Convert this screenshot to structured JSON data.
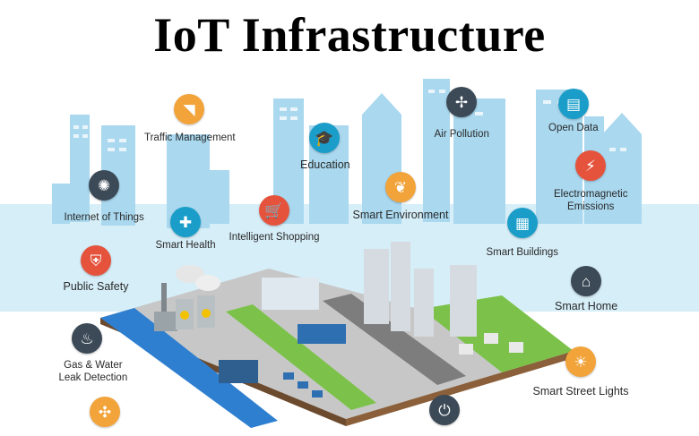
{
  "title": "IoT Infrastructure",
  "colors": {
    "sky_building": "#a9d8ef",
    "sky_band": "#d6eef8",
    "orange": "#f2a33a",
    "red": "#e5533d",
    "teal": "#1a9ec9",
    "dark": "#3c4a57",
    "ground": "#b9b9b9",
    "grass": "#7cc24a",
    "water": "#2f7fd0"
  },
  "nodes": [
    {
      "id": "traffic",
      "label": "Traffic Management",
      "icon": "cctv-camera-icon",
      "color": "#f2a33a"
    },
    {
      "id": "education",
      "label": "Education",
      "icon": "graduation-cap-icon",
      "color": "#1a9ec9"
    },
    {
      "id": "air",
      "label": "Air Pollution",
      "icon": "fan-icon",
      "color": "#3c4a57"
    },
    {
      "id": "open",
      "label": "Open Data",
      "icon": "database-icon",
      "color": "#1a9ec9"
    },
    {
      "id": "iot",
      "label": "Internet of Things",
      "icon": "network-hub-icon",
      "color": "#3c4a57"
    },
    {
      "id": "smarthealth",
      "label": "Smart Health",
      "icon": "medical-kit-icon",
      "color": "#1a9ec9"
    },
    {
      "id": "shopping",
      "label": "Intelligent Shopping",
      "icon": "shopping-cart-icon",
      "color": "#e5533d"
    },
    {
      "id": "environment",
      "label": "Smart Environment",
      "icon": "leaf-icon",
      "color": "#f2a33a"
    },
    {
      "id": "emissions",
      "label": "Electromagnetic Emissions",
      "label_line1": "Electromagnetic",
      "label_line2": "Emissions",
      "icon": "power-tower-icon",
      "color": "#e5533d"
    },
    {
      "id": "buildings",
      "label": "Smart Buildings",
      "icon": "office-building-icon",
      "color": "#1a9ec9"
    },
    {
      "id": "public",
      "label": "Public Safety",
      "icon": "shield-icon",
      "color": "#e5533d"
    },
    {
      "id": "home",
      "label": "Smart Home",
      "icon": "house-icon",
      "color": "#3c4a57"
    },
    {
      "id": "gas",
      "label": "Gas & Water Leak Detection",
      "label_line1": "Gas & Water",
      "label_line2": "Leak Detection",
      "icon": "flame-drop-icon",
      "color": "#3c4a57"
    },
    {
      "id": "street",
      "label": "Smart Street Lights",
      "icon": "light-bulb-icon",
      "color": "#f2a33a"
    },
    {
      "id": "wind",
      "label": "",
      "icon": "wind-turbine-icon",
      "color": "#f2a33a"
    },
    {
      "id": "plug",
      "label": "",
      "icon": "electric-plug-icon",
      "color": "#3c4a57"
    }
  ]
}
